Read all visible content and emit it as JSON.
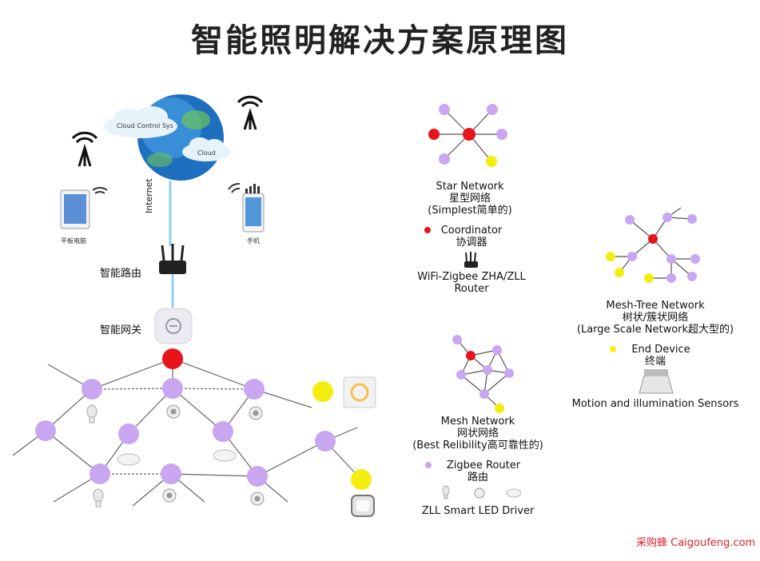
{
  "title": "智能照明解决方案原理图",
  "cloud": {
    "label_control": "Cloud Control Sys",
    "label_cloud": "Cloud"
  },
  "devices": {
    "tablet": "平板电脑",
    "phone": "手机",
    "internet": "Internet",
    "router": "智能路由",
    "gateway": "智能网关"
  },
  "star": {
    "line1": "Star  Network",
    "line2": "星型网络",
    "line3": "(Simplest简单的)"
  },
  "coordinator": {
    "line1": "Coordinator",
    "line2": "协调器"
  },
  "wifi_router": {
    "line1": "WiFi-Zigbee ZHA/ZLL",
    "line2": "Router"
  },
  "mesh_tree": {
    "line1": "Mesh-Tree  Network",
    "line2": "树状/簇状网络",
    "line3": "(Large  Scale Network超大型的)"
  },
  "end_device": {
    "line1": "End Device",
    "line2": "终端"
  },
  "sensors": {
    "line1": "Motion  and illumination Sensors"
  },
  "mesh": {
    "line1": "Mesh  Network",
    "line2": "网状网络",
    "line3": "(Best Relibility高可靠性的)"
  },
  "zigbee_router": {
    "line1": "Zigbee Router",
    "line2": "路由"
  },
  "zll_driver": {
    "line1": "ZLL Smart LED Driver"
  },
  "watermark": "采购蜂 Caigoufeng.com",
  "colors": {
    "coordinator": "#e8141b",
    "router": "#c8a6f0",
    "end_device": "#f4ee10",
    "link": "#8fd0ee"
  }
}
